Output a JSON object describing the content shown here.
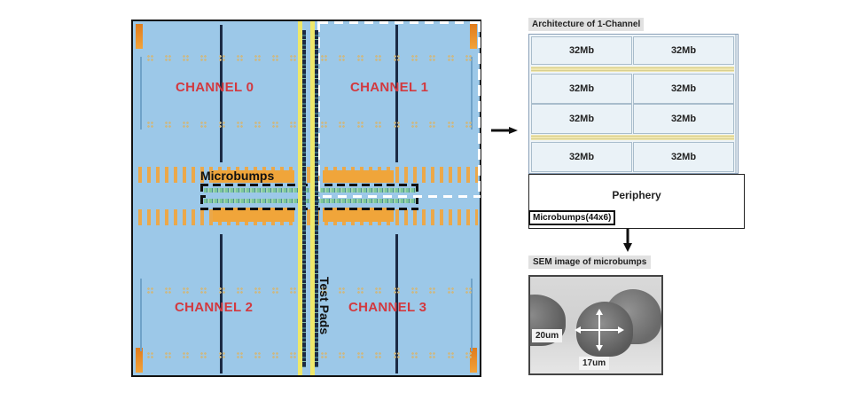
{
  "die": {
    "channels": [
      {
        "label": "CHANNEL 0"
      },
      {
        "label": "CHANNEL 1"
      },
      {
        "label": "CHANNEL 2"
      },
      {
        "label": "CHANNEL 3"
      }
    ],
    "microbumps_label": "Microbumps",
    "test_pads_label": "Test Pads",
    "colors": {
      "die_fill": "#9cc8e8",
      "channel_text": "#d2393f",
      "microbump_band": "#f0a53a",
      "test_pad_strip": "#efe86a"
    }
  },
  "architecture": {
    "title": "Architecture of 1-Channel",
    "banks": [
      [
        "32Mb",
        "32Mb"
      ],
      [
        "32Mb",
        "32Mb"
      ],
      [
        "32Mb",
        "32Mb"
      ],
      [
        "32Mb",
        "32Mb"
      ]
    ],
    "periphery_label": "Periphery",
    "microbumps_label": "Microbumps(44x6)"
  },
  "sem": {
    "title": "SEM image of microbumps",
    "height_label": "20um",
    "width_label": "17um"
  }
}
